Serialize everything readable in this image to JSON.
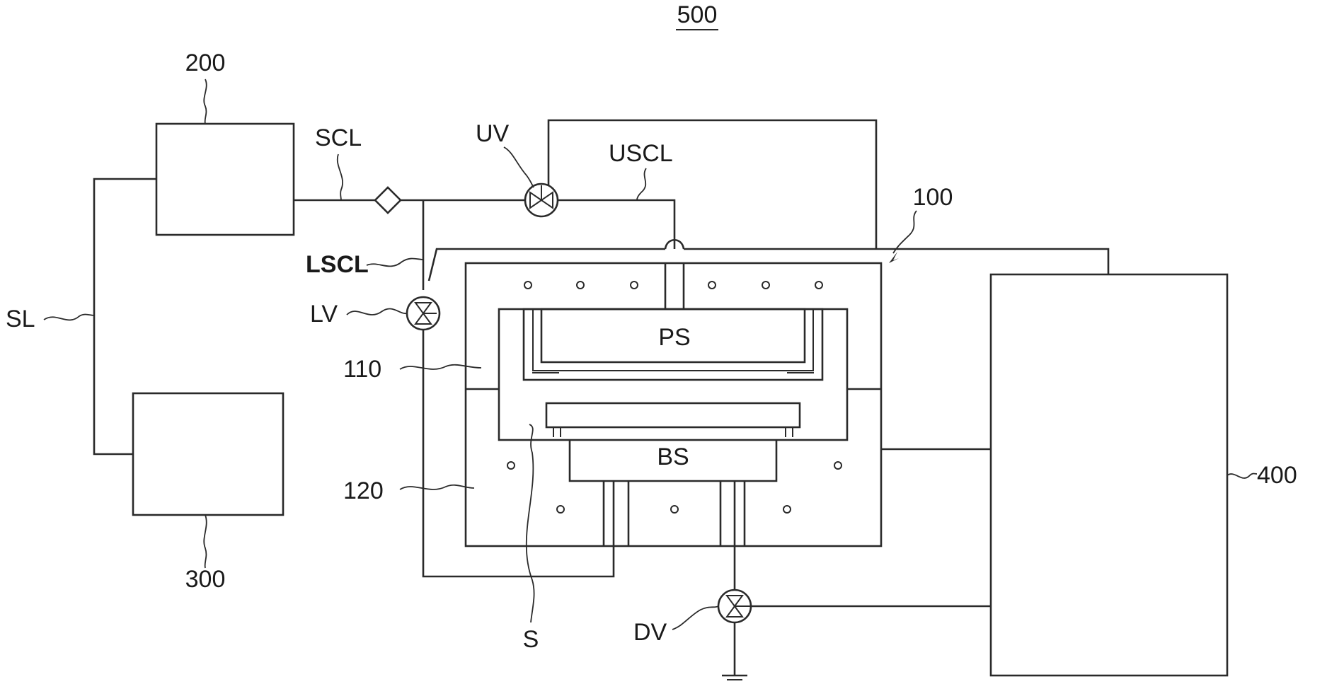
{
  "labels": {
    "system": "500",
    "source_box": "200",
    "second_box": "300",
    "chamber": "100",
    "controller": "400",
    "supply_line": "SL",
    "supply_chamber_line": "SCL",
    "upper_supply_line": "USCL",
    "lower_supply_line": "LSCL",
    "upper_valve": "UV",
    "lower_valve": "LV",
    "drain_valve": "DV",
    "upper_body": "110",
    "lower_body": "120",
    "plate_stage": "PS",
    "base_stage": "BS",
    "substrate": "S"
  }
}
